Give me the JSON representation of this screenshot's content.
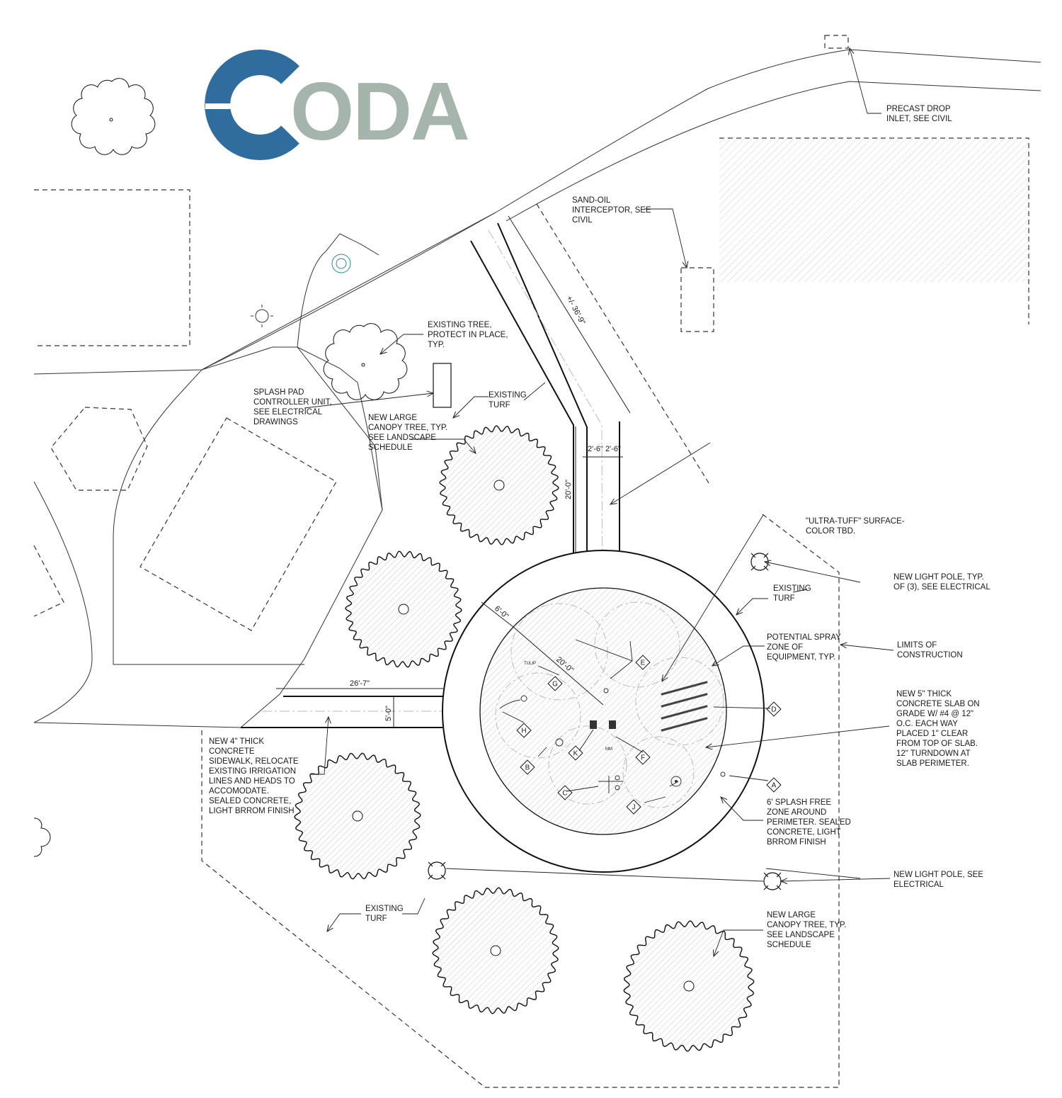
{
  "logo": {
    "text": "CODA",
    "tail": "ODA",
    "colors": {
      "c": "#2e6d9e",
      "oda": "#a5b5ac"
    }
  },
  "notes": {
    "precast_drop_inlet": [
      "PRECAST DROP",
      "INLET, SEE CIVIL"
    ],
    "sand_oil": [
      "SAND-OIL",
      "INTERCEPTOR, SEE",
      "CIVIL"
    ],
    "existing_tree": [
      "EXISTING TREE,",
      "PROTECT IN PLACE,",
      "TYP."
    ],
    "splash_controller": [
      "SPLASH PAD",
      "CONTROLLER UNIT,",
      "SEE ELECTRICAL",
      "DRAWINGS"
    ],
    "existing_turf_top": [
      "EXISTING",
      "TURF"
    ],
    "new_tree_top": [
      "NEW LARGE",
      "CANOPY TREE, TYP.",
      "SEE LANDSCAPE",
      "SCHEDULE"
    ],
    "ultra_tuff": [
      "\"ULTRA-TUFF\" SURFACE-",
      "COLOR TBD."
    ],
    "light_pole_typ": [
      "NEW LIGHT POLE, TYP.",
      "OF (3), SEE ELECTRICAL"
    ],
    "existing_turf_right": [
      "EXISTING",
      "TURF"
    ],
    "spray_zone": [
      "POTENTIAL SPRAY",
      "ZONE OF",
      "EQUIPMENT, TYP."
    ],
    "limits": [
      "LIMITS OF",
      "CONSTRUCTION"
    ],
    "slab": [
      "NEW 5\" THICK",
      "CONCRETE SLAB ON",
      "GRADE W/ #4 @ 12\"",
      "O.C. EACH WAY",
      "PLACED 1\" CLEAR",
      "FROM TOP OF SLAB.",
      "12\" TURNDOWN AT",
      "SLAB PERIMETER."
    ],
    "sidewalk": [
      "NEW 4\" THICK",
      "CONCRETE",
      "SIDEWALK, RELOCATE",
      "EXISTING IRRIGATION",
      "LINES AND HEADS TO",
      "ACCOMODATE.",
      "SEALED CONCRETE,",
      "LIGHT BRROM FINISH"
    ],
    "splash_free": [
      "6' SPLASH FREE",
      "ZONE AROUND",
      "PERIMETER. SEALED",
      "CONCRETE, LIGHT",
      "BRROM FINISH"
    ],
    "light_pole": [
      "NEW LIGHT POLE, SEE",
      "ELECTRICAL"
    ],
    "existing_turf_bottom": [
      "EXISTING",
      "TURF"
    ],
    "new_tree_bottom": [
      "NEW LARGE",
      "CANOPY TREE, TYP.",
      "SEE LANDSCAPE",
      "SCHEDULE"
    ]
  },
  "dimensions": {
    "walk_length": "+/- 36'-9\"",
    "walk_w1": "2'-6\"",
    "walk_w2": "2'-6\"",
    "walk_run": "20'-0\"",
    "side_length": "26'-7\"",
    "side_width": "5'-0\"",
    "ring": "6'-0\"",
    "radius": "20'-0\""
  },
  "equipment_tags": [
    "A",
    "B",
    "C",
    "D",
    "E",
    "F",
    "G",
    "H",
    "J",
    "K"
  ],
  "equipment_labels": {
    "tulip": "TULIP",
    "mm": "MM"
  }
}
